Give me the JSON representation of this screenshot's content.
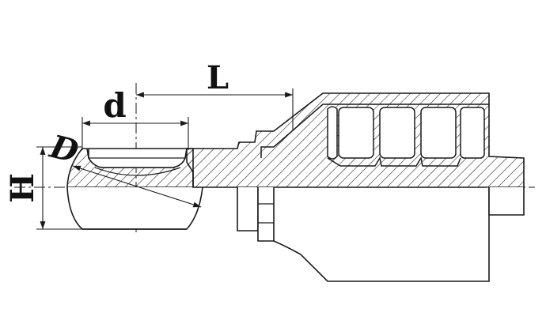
{
  "labels": {
    "length": "L",
    "bore_diameter": "d",
    "eye_diameter": "D",
    "height": "H"
  },
  "colors": {
    "stroke": "#1a1a1a",
    "background": "#ffffff"
  }
}
